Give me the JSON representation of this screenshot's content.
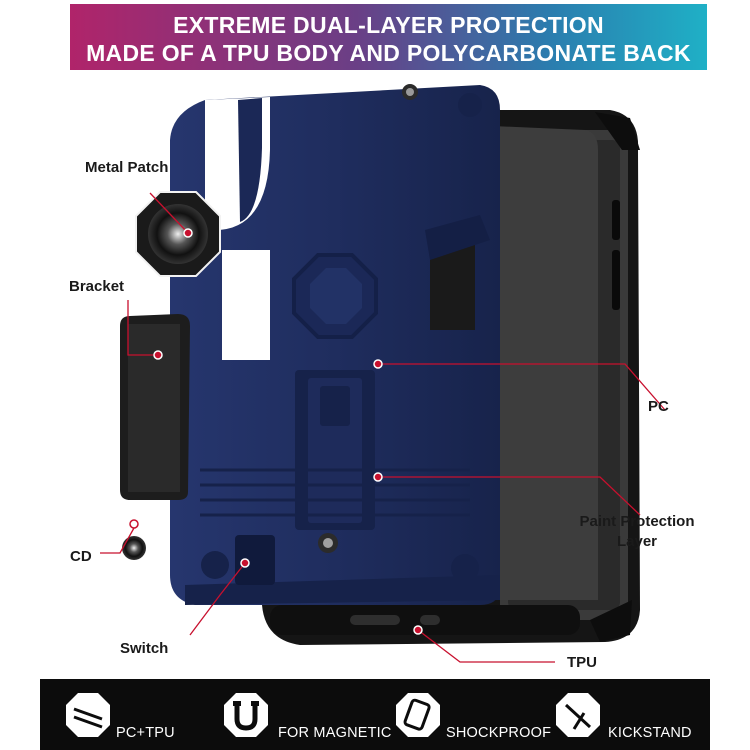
{
  "banner": {
    "line1": "EXTREME DUAL-LAYER PROTECTION",
    "line2": "MADE OF A TPU BODY AND POLYCARBONATE BACK"
  },
  "labels": {
    "metal_patch": "Metal Patch",
    "bracket": "Bracket",
    "cd": "CD",
    "switch": "Switch",
    "pc": "PC",
    "paint_line1": "Paint Protection",
    "paint_line2": "Layer",
    "tpu": "TPU"
  },
  "features": [
    {
      "icon": "pc-tpu-icon",
      "label": "PC+TPU"
    },
    {
      "icon": "magnet-icon",
      "label": "FOR MAGNETIC"
    },
    {
      "icon": "shockproof-icon",
      "label": "SHOCKPROOF"
    },
    {
      "icon": "kickstand-icon",
      "label": "KICKSTAND"
    }
  ],
  "colors": {
    "banner_start": "#b0246a",
    "banner_end": "#1fb0c6",
    "case_blue": "#1f2d5e",
    "tpu_black": "#151515",
    "callout_red": "#c8102e",
    "footer_bg": "#0c0c0c"
  }
}
